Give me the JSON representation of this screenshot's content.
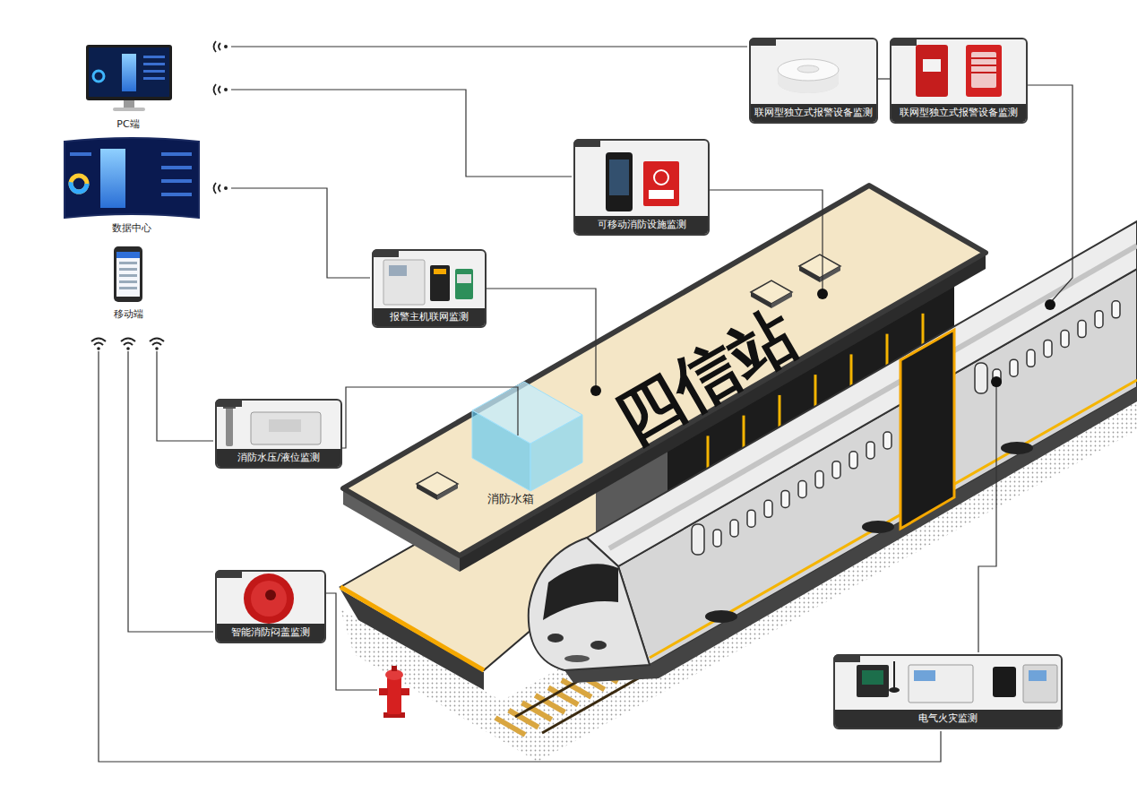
{
  "diagram": {
    "nodes": [
      {
        "text": [
          "联网型独立式报警设备监测"
        ]
      },
      {
        "text": [
          "联网型独立式报警设备监测"
        ]
      },
      {
        "text": [
          "可移动消防设施监测"
        ]
      },
      {
        "text": [
          "报警主机联网监测"
        ]
      },
      {
        "text": [
          "消防水压/液位监测"
        ]
      },
      {
        "text": [
          "智能消防闷盖监测"
        ]
      },
      {
        "text": [
          "电气火灾监测"
        ]
      }
    ],
    "edges": [
      {
        "from": 0,
        "to": 1,
        "arrow": "none"
      }
    ],
    "labels": [
      "PC端",
      "数据中心",
      "移动端",
      "四信站",
      "消防水箱"
    ]
  }
}
